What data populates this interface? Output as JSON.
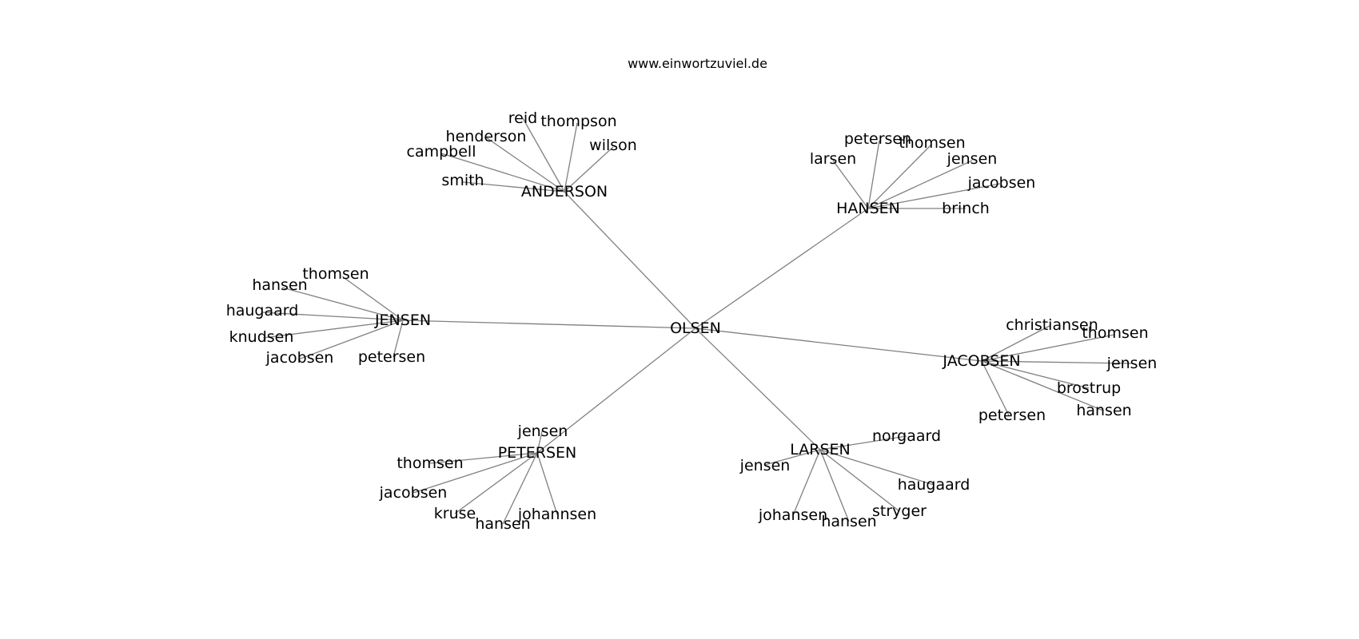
{
  "title": "www.einwortzuviel.de",
  "network": {
    "center": "OLSEN",
    "hubs": [
      {
        "name": "ANDERSON",
        "leaves": [
          "reid",
          "thompson",
          "henderson",
          "wilson",
          "campbell",
          "smith"
        ]
      },
      {
        "name": "HANSEN",
        "leaves": [
          "petersen",
          "thomsen",
          "larsen",
          "jensen",
          "jacobsen",
          "brinch"
        ]
      },
      {
        "name": "JENSEN",
        "leaves": [
          "thomsen",
          "hansen",
          "haugaard",
          "knudsen",
          "jacobsen",
          "petersen"
        ]
      },
      {
        "name": "JACOBSEN",
        "leaves": [
          "christiansen",
          "thomsen",
          "jensen",
          "brostrup",
          "hansen",
          "petersen"
        ]
      },
      {
        "name": "PETERSEN",
        "leaves": [
          "jensen",
          "thomsen",
          "jacobsen",
          "kruse",
          "hansen",
          "johannsen"
        ]
      },
      {
        "name": "LARSEN",
        "leaves": [
          "norgaard",
          "jensen",
          "haugaard",
          "johansen",
          "hansen",
          "stryger"
        ]
      }
    ]
  }
}
